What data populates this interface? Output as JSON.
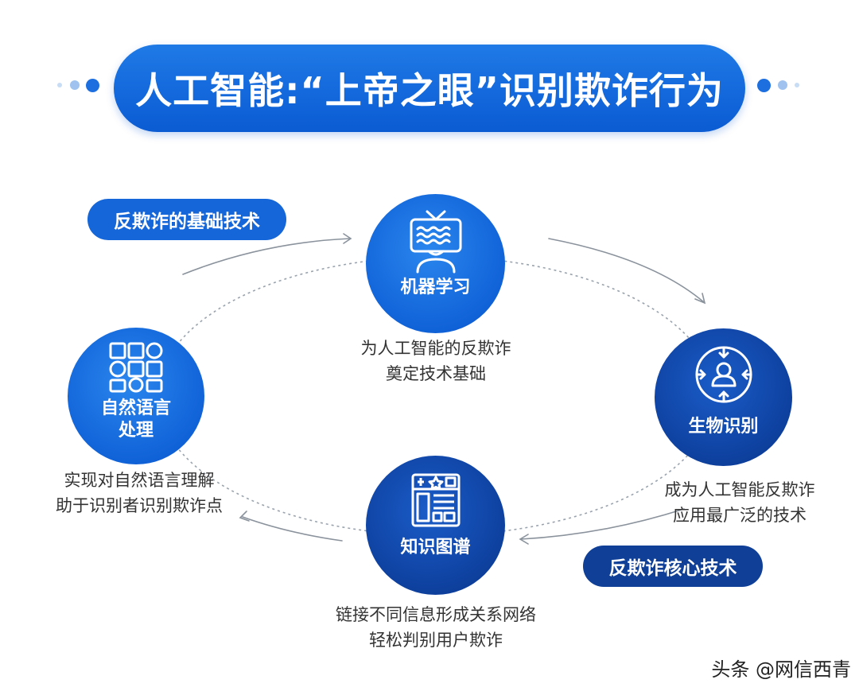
{
  "title": "人工智能:“上帝之眼”识别欺诈行为",
  "tags": {
    "basic": "反欺诈的基础技术",
    "core": "反欺诈核心技术"
  },
  "nodes": {
    "ml": {
      "label": "机器学习",
      "icon": "tv-person-icon",
      "caption": [
        "为人工智能的反欺诈",
        "奠定技术基础"
      ]
    },
    "nlp": {
      "label_1": "自然语言",
      "label_2": "处理",
      "icon": "grid-shapes-icon",
      "caption": [
        "实现对自然语言理解",
        "助于识别者识别欺诈点"
      ]
    },
    "bio": {
      "label": "生物识别",
      "icon": "face-target-icon",
      "caption": [
        "成为人工智能反欺诈",
        "应用最广泛的技术"
      ]
    },
    "kg": {
      "label": "知识图谱",
      "icon": "document-star-icon",
      "caption": [
        "链接不同信息形成关系网络",
        "轻松判别用户欺诈"
      ]
    }
  },
  "watermark": "头条 @网信西青",
  "colors": {
    "primary_blue": "#0f60d6",
    "dark_blue": "#0c3c98",
    "title_blue": "#0b5bd3",
    "dot_light": "#9fc3ee"
  }
}
